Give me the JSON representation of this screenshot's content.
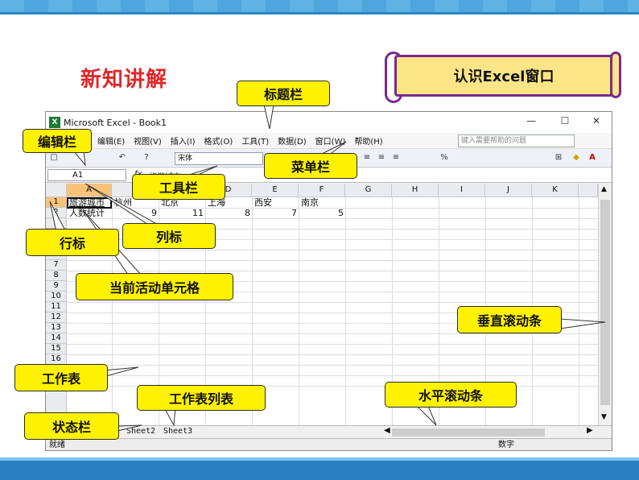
{
  "slide": {
    "title": "新知讲解",
    "banner": "认识Excel窗口"
  },
  "window": {
    "title": "Microsoft Excel - Book1",
    "controls": {
      "minimize": "—",
      "maximize": "☐",
      "close": "✕"
    },
    "menus": [
      "编辑(E)",
      "视图(V)",
      "插入(I)",
      "格式(O)",
      "工具(T)",
      "数据(D)",
      "窗口(W)",
      "帮助(H)"
    ],
    "help_placeholder": "键入需要帮助的问题",
    "font_name": "宋体",
    "name_box": "A1",
    "formula_fx": "旅游城市",
    "columns": [
      "A",
      "B",
      "C",
      "D",
      "E",
      "F",
      "G",
      "H",
      "I",
      "J",
      "K"
    ],
    "rows": [
      "1",
      "2",
      "3",
      "4",
      "5",
      "6",
      "7",
      "8",
      "9",
      "10",
      "11",
      "12",
      "13",
      "14",
      "15",
      "16",
      "17",
      "18"
    ],
    "row1": [
      "旅游城市",
      "杭州",
      "北京",
      "上海",
      "西安",
      "南京"
    ],
    "row2_label": "人数统计",
    "row2_values": [
      "9",
      "11",
      "8",
      "7",
      "5"
    ],
    "sheets": [
      "Sheet2",
      "Sheet3"
    ],
    "status_left": "就绪",
    "status_right": "数字"
  },
  "callouts": {
    "title_bar": "标题栏",
    "edit_bar": "编辑栏",
    "menu_bar": "菜单栏",
    "tool_bar": "工具栏",
    "row_header": "行标",
    "col_header": "列标",
    "active_cell": "当前活动单元格",
    "vertical_scroll": "垂直滚动条",
    "worksheet": "工作表",
    "sheet_list": "工作表列表",
    "horizontal_scroll": "水平滚动条",
    "status_bar": "状态栏"
  },
  "colors": {
    "title_red": "#e0262a",
    "callout_yellow": "#fff200",
    "banner_fill": "#fbe586",
    "banner_border": "#7a2a8c",
    "selection_orange": "#f9c37a"
  }
}
